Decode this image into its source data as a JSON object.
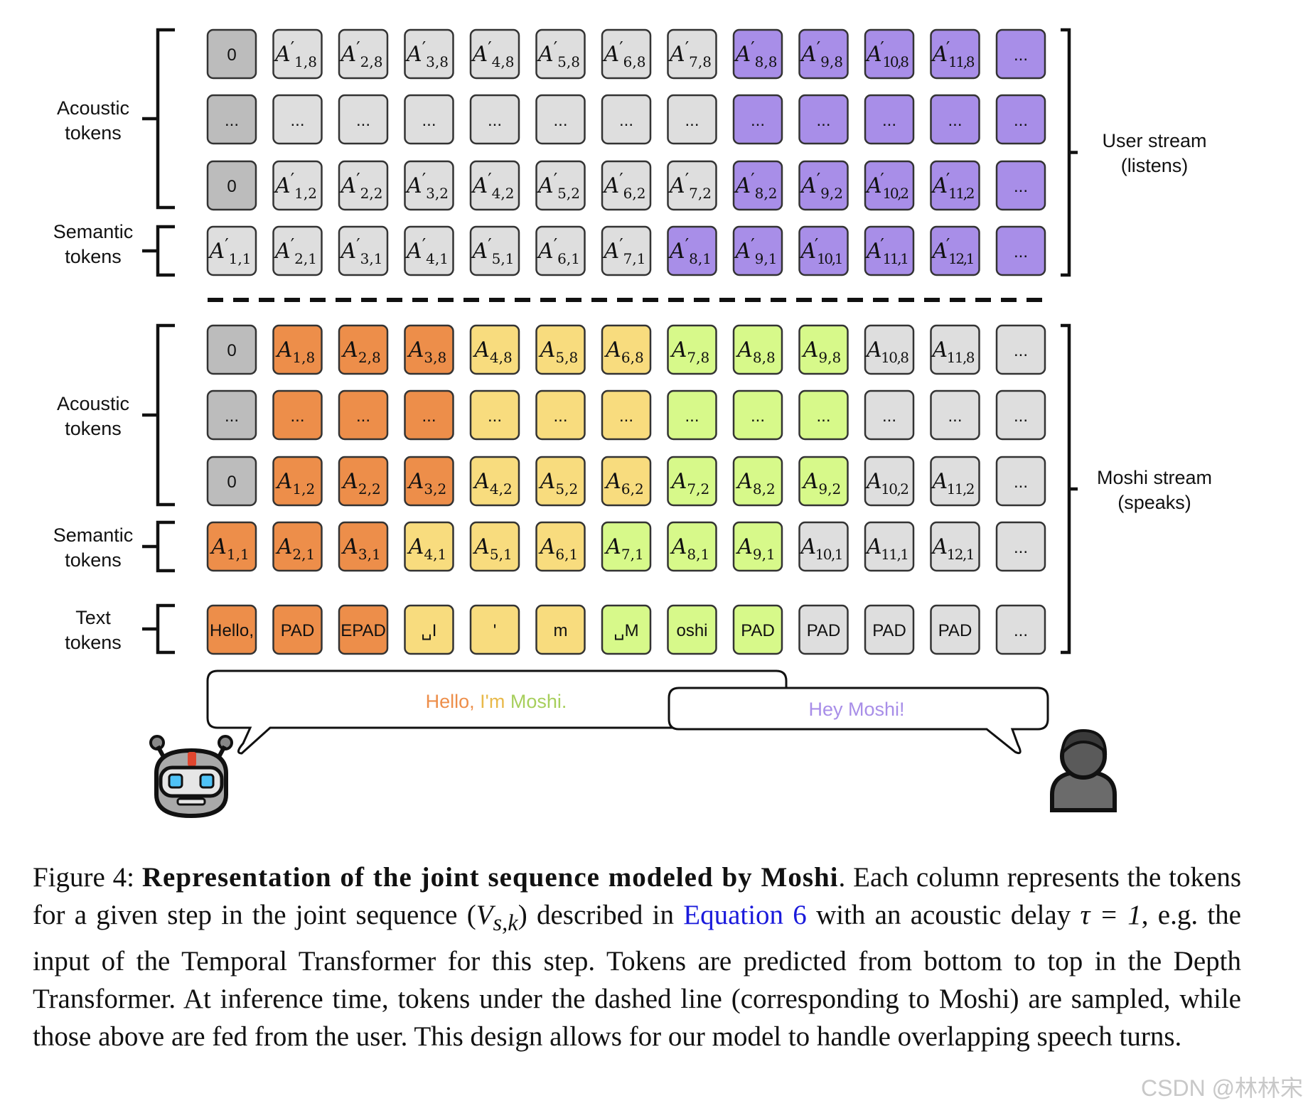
{
  "colors": {
    "gray_dark": "#bcbcbc",
    "gray_light": "#dedede",
    "purple": "#a88ee8",
    "orange": "#ed8e4a",
    "yellow": "#f8dc7e",
    "green": "#d7f98a"
  },
  "labels": {
    "user_acoustic": "Acoustic\ntokens",
    "user_semantic": "Semantic\ntokens",
    "moshi_acoustic": "Acoustic\ntokens",
    "moshi_semantic": "Semantic\ntokens",
    "moshi_text": "Text\ntokens",
    "user_stream": "User stream\n(listens)",
    "moshi_stream": "Moshi stream\n(speaks)"
  },
  "user_stream": {
    "rows": [
      {
        "colors": [
          "gray_dark",
          "gray_light",
          "gray_light",
          "gray_light",
          "gray_light",
          "gray_light",
          "gray_light",
          "gray_light",
          "purple",
          "purple",
          "purple",
          "purple",
          "purple"
        ],
        "cells": [
          [
            "0",
            "",
            ""
          ],
          [
            "A",
            "′",
            "1,8"
          ],
          [
            "A",
            "′",
            "2,8"
          ],
          [
            "A",
            "′",
            "3,8"
          ],
          [
            "A",
            "′",
            "4,8"
          ],
          [
            "A",
            "′",
            "5,8"
          ],
          [
            "A",
            "′",
            "6,8"
          ],
          [
            "A",
            "′",
            "7,8"
          ],
          [
            "A",
            "′",
            "8,8"
          ],
          [
            "A",
            "′",
            "9,8"
          ],
          [
            "A",
            "′",
            "10,8"
          ],
          [
            "A",
            "′",
            "11,8"
          ],
          [
            "...",
            "",
            ""
          ]
        ]
      },
      {
        "colors": [
          "gray_dark",
          "gray_light",
          "gray_light",
          "gray_light",
          "gray_light",
          "gray_light",
          "gray_light",
          "gray_light",
          "purple",
          "purple",
          "purple",
          "purple",
          "purple"
        ],
        "cells": [
          [
            "...",
            "",
            ""
          ],
          [
            "...",
            "",
            ""
          ],
          [
            "...",
            "",
            ""
          ],
          [
            "...",
            "",
            ""
          ],
          [
            "...",
            "",
            ""
          ],
          [
            "...",
            "",
            ""
          ],
          [
            "...",
            "",
            ""
          ],
          [
            "...",
            "",
            ""
          ],
          [
            "...",
            "",
            ""
          ],
          [
            "...",
            "",
            ""
          ],
          [
            "...",
            "",
            ""
          ],
          [
            "...",
            "",
            ""
          ],
          [
            "...",
            "",
            ""
          ]
        ]
      },
      {
        "colors": [
          "gray_dark",
          "gray_light",
          "gray_light",
          "gray_light",
          "gray_light",
          "gray_light",
          "gray_light",
          "gray_light",
          "purple",
          "purple",
          "purple",
          "purple",
          "purple"
        ],
        "cells": [
          [
            "0",
            "",
            ""
          ],
          [
            "A",
            "′",
            "1,2"
          ],
          [
            "A",
            "′",
            "2,2"
          ],
          [
            "A",
            "′",
            "3,2"
          ],
          [
            "A",
            "′",
            "4,2"
          ],
          [
            "A",
            "′",
            "5,2"
          ],
          [
            "A",
            "′",
            "6,2"
          ],
          [
            "A",
            "′",
            "7,2"
          ],
          [
            "A",
            "′",
            "8,2"
          ],
          [
            "A",
            "′",
            "9,2"
          ],
          [
            "A",
            "′",
            "10,2"
          ],
          [
            "A",
            "′",
            "11,2"
          ],
          [
            "...",
            "",
            ""
          ]
        ]
      },
      {
        "colors": [
          "gray_light",
          "gray_light",
          "gray_light",
          "gray_light",
          "gray_light",
          "gray_light",
          "gray_light",
          "purple",
          "purple",
          "purple",
          "purple",
          "purple",
          "purple"
        ],
        "cells": [
          [
            "A",
            "′",
            "1,1"
          ],
          [
            "A",
            "′",
            "2,1"
          ],
          [
            "A",
            "′",
            "3,1"
          ],
          [
            "A",
            "′",
            "4,1"
          ],
          [
            "A",
            "′",
            "5,1"
          ],
          [
            "A",
            "′",
            "6,1"
          ],
          [
            "A",
            "′",
            "7,1"
          ],
          [
            "A",
            "′",
            "8,1"
          ],
          [
            "A",
            "′",
            "9,1"
          ],
          [
            "A",
            "′",
            "10,1"
          ],
          [
            "A",
            "′",
            "11,1"
          ],
          [
            "A",
            "′",
            "12,1"
          ],
          [
            "...",
            "",
            ""
          ]
        ]
      }
    ]
  },
  "moshi_stream": {
    "rows": [
      {
        "colors": [
          "gray_dark",
          "orange",
          "orange",
          "orange",
          "yellow",
          "yellow",
          "yellow",
          "green",
          "green",
          "green",
          "gray_light",
          "gray_light",
          "gray_light"
        ],
        "cells": [
          [
            "0",
            "",
            ""
          ],
          [
            "A",
            "",
            "1,8"
          ],
          [
            "A",
            "",
            "2,8"
          ],
          [
            "A",
            "",
            "3,8"
          ],
          [
            "A",
            "",
            "4,8"
          ],
          [
            "A",
            "",
            "5,8"
          ],
          [
            "A",
            "",
            "6,8"
          ],
          [
            "A",
            "",
            "7,8"
          ],
          [
            "A",
            "",
            "8,8"
          ],
          [
            "A",
            "",
            "9,8"
          ],
          [
            "A",
            "",
            "10,8"
          ],
          [
            "A",
            "",
            "11,8"
          ],
          [
            "...",
            "",
            ""
          ]
        ]
      },
      {
        "colors": [
          "gray_dark",
          "orange",
          "orange",
          "orange",
          "yellow",
          "yellow",
          "yellow",
          "green",
          "green",
          "green",
          "gray_light",
          "gray_light",
          "gray_light"
        ],
        "cells": [
          [
            "...",
            "",
            ""
          ],
          [
            "...",
            "",
            ""
          ],
          [
            "...",
            "",
            ""
          ],
          [
            "...",
            "",
            ""
          ],
          [
            "...",
            "",
            ""
          ],
          [
            "...",
            "",
            ""
          ],
          [
            "...",
            "",
            ""
          ],
          [
            "...",
            "",
            ""
          ],
          [
            "...",
            "",
            ""
          ],
          [
            "...",
            "",
            ""
          ],
          [
            "...",
            "",
            ""
          ],
          [
            "...",
            "",
            ""
          ],
          [
            "...",
            "",
            ""
          ]
        ]
      },
      {
        "colors": [
          "gray_dark",
          "orange",
          "orange",
          "orange",
          "yellow",
          "yellow",
          "yellow",
          "green",
          "green",
          "green",
          "gray_light",
          "gray_light",
          "gray_light"
        ],
        "cells": [
          [
            "0",
            "",
            ""
          ],
          [
            "A",
            "",
            "1,2"
          ],
          [
            "A",
            "",
            "2,2"
          ],
          [
            "A",
            "",
            "3,2"
          ],
          [
            "A",
            "",
            "4,2"
          ],
          [
            "A",
            "",
            "5,2"
          ],
          [
            "A",
            "",
            "6,2"
          ],
          [
            "A",
            "",
            "7,2"
          ],
          [
            "A",
            "",
            "8,2"
          ],
          [
            "A",
            "",
            "9,2"
          ],
          [
            "A",
            "",
            "10,2"
          ],
          [
            "A",
            "",
            "11,2"
          ],
          [
            "...",
            "",
            ""
          ]
        ]
      },
      {
        "colors": [
          "orange",
          "orange",
          "orange",
          "yellow",
          "yellow",
          "yellow",
          "green",
          "green",
          "green",
          "gray_light",
          "gray_light",
          "gray_light",
          "gray_light"
        ],
        "cells": [
          [
            "A",
            "",
            "1,1"
          ],
          [
            "A",
            "",
            "2,1"
          ],
          [
            "A",
            "",
            "3,1"
          ],
          [
            "A",
            "",
            "4,1"
          ],
          [
            "A",
            "",
            "5,1"
          ],
          [
            "A",
            "",
            "6,1"
          ],
          [
            "A",
            "",
            "7,1"
          ],
          [
            "A",
            "",
            "8,1"
          ],
          [
            "A",
            "",
            "9,1"
          ],
          [
            "A",
            "",
            "10,1"
          ],
          [
            "A",
            "",
            "11,1"
          ],
          [
            "A",
            "",
            "12,1"
          ],
          [
            "...",
            "",
            ""
          ]
        ]
      },
      {
        "colors": [
          "orange",
          "orange",
          "orange",
          "yellow",
          "yellow",
          "yellow",
          "green",
          "green",
          "green",
          "gray_light",
          "gray_light",
          "gray_light",
          "gray_light"
        ],
        "text": [
          "Hello,",
          "PAD",
          "EPAD",
          "␣I",
          "'",
          "m",
          "␣M",
          "oshi",
          "PAD",
          "PAD",
          "PAD",
          "PAD",
          "..."
        ]
      }
    ]
  },
  "bubbles": {
    "moshi": {
      "parts": [
        {
          "text": "Hello, ",
          "color": "#ed8e4a"
        },
        {
          "text": "I'm ",
          "color": "#e8b94a"
        },
        {
          "text": "Moshi.",
          "color": "#a7cf5c"
        }
      ]
    },
    "user": {
      "text": "Hey Moshi!",
      "color": "#a88ee8"
    }
  },
  "icons": {
    "robot": "robot-icon",
    "user": "person-icon"
  },
  "caption": {
    "prefix": "Figure 4: ",
    "bold": "Representation of the joint sequence modeled by Moshi",
    "part1": ". Each column represents the tokens for a given step in the joint sequence (",
    "math1": "V",
    "math1_sub": "s,k",
    "part2": ") described in ",
    "ref": "Equation 6",
    "part3": " with an acoustic delay ",
    "math2": "τ = 1",
    "part4": ", e.g. the input of the Temporal Transformer for this step. Tokens are predicted from bottom to top in the Depth Transformer. At inference time, tokens under the dashed line (corresponding to Moshi) are sampled, while those above are fed from the user. This design allows for our model to handle overlapping speech turns."
  },
  "watermark": "CSDN @林林宋"
}
